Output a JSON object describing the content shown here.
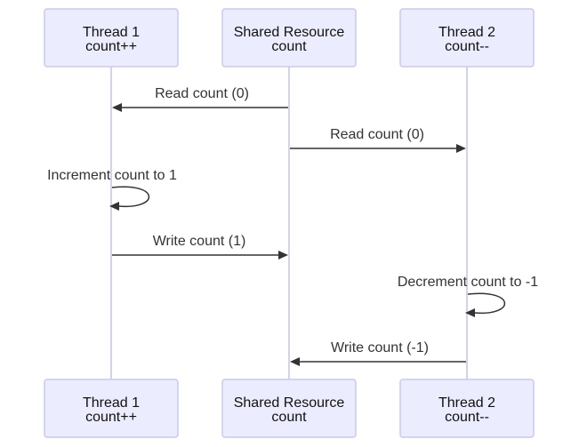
{
  "participants": [
    {
      "id": "t1",
      "line1": "Thread 1",
      "line2": "count++"
    },
    {
      "id": "res",
      "line1": "Shared Resource",
      "line2": "count"
    },
    {
      "id": "t2",
      "line1": "Thread 2",
      "line2": "count--"
    }
  ],
  "messages": [
    {
      "from": "res",
      "to": "t1",
      "label": "Read count (0)"
    },
    {
      "from": "res",
      "to": "t2",
      "label": "Read count (0)"
    },
    {
      "from": "t1",
      "to": "t1",
      "label": "Increment count to 1"
    },
    {
      "from": "t1",
      "to": "res",
      "label": "Write count (1)"
    },
    {
      "from": "t2",
      "to": "t2",
      "label": "Decrement count to -1"
    },
    {
      "from": "t2",
      "to": "res",
      "label": "Write count (-1)"
    }
  ]
}
